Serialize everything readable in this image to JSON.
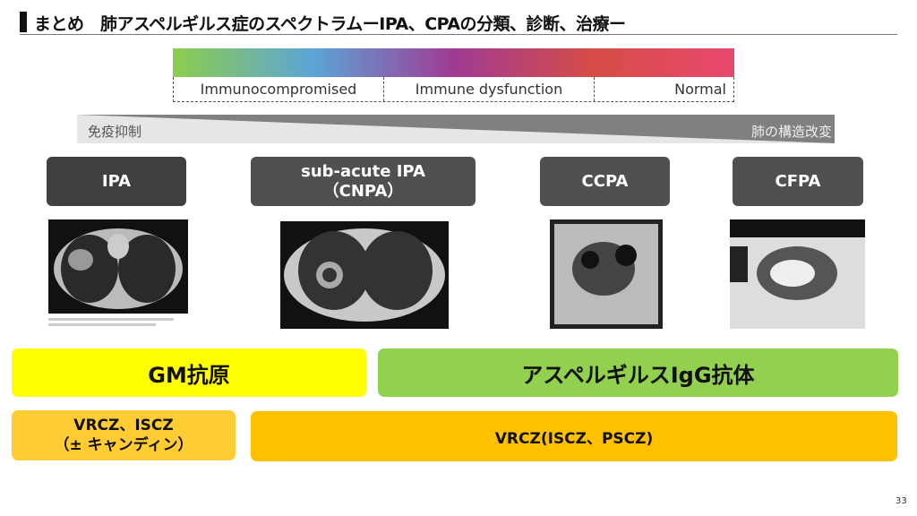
{
  "title": "まとめ　肺アスペルギルス症のスペクトラムーIPA、CPAの分類、診断、治療ー",
  "spectrum": {
    "labels": [
      "Immunocompromised",
      "Immune dysfunction",
      "Normal"
    ]
  },
  "gradient_band": {
    "left": "免疫抑制",
    "right": "肺の構造改変"
  },
  "categories": [
    {
      "label": "IPA"
    },
    {
      "label": "sub-acute IPA",
      "sub": "（CNPA）"
    },
    {
      "label": "CCPA"
    },
    {
      "label": "CFPA"
    }
  ],
  "diagnosis": {
    "gm": "GM抗原",
    "igg": "アスペルギルスIgG抗体"
  },
  "treatment": {
    "early_line1": "VRCZ、ISCZ",
    "early_line2": "（± キャンディン）",
    "chronic": "VRCZ(ISCZ、PSCZ)"
  },
  "page_number": "33",
  "colors": {
    "gm": "#ffff00",
    "igg": "#92d050",
    "early": "#ffcc33",
    "chronic": "#ffc000"
  }
}
